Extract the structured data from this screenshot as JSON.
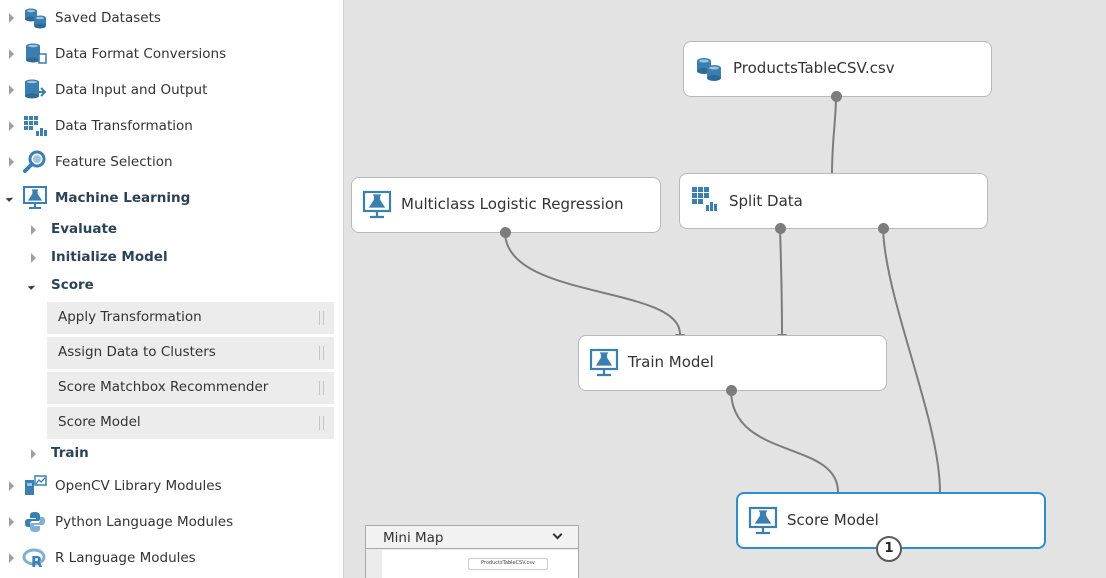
{
  "sidebar": {
    "categories_top": [
      {
        "label": "Saved Datasets",
        "icon": "database-icon"
      },
      {
        "label": "Data Format Conversions",
        "icon": "database-convert-icon"
      },
      {
        "label": "Data Input and Output",
        "icon": "database-arrow-icon"
      },
      {
        "label": "Data Transformation",
        "icon": "grid-transform-icon"
      },
      {
        "label": "Feature Selection",
        "icon": "magnifier-icon"
      },
      {
        "label": "Machine Learning",
        "icon": "flask-monitor-icon"
      }
    ],
    "ml_children": {
      "evaluate": "Evaluate",
      "initialize_model": "Initialize Model",
      "score": "Score",
      "score_modules": [
        "Apply Transformation",
        "Assign Data to Clusters",
        "Score Matchbox Recommender",
        "Score Model"
      ],
      "train": "Train"
    },
    "categories_bottom": [
      {
        "label": "OpenCV Library Modules",
        "icon": "opencv-icon"
      },
      {
        "label": "Python Language Modules",
        "icon": "python-icon"
      },
      {
        "label": "R Language Modules",
        "icon": "r-icon"
      }
    ]
  },
  "canvas": {
    "nodes": {
      "products": "ProductsTableCSV.csv",
      "split": "Split Data",
      "multiclass": "Multiclass Logistic Regression",
      "train": "Train Model",
      "score": "Score Model"
    },
    "score_badge": "1",
    "minimap": {
      "title": "Mini Map",
      "node_label": "ProductsTableCSV.csv"
    }
  },
  "colors": {
    "accent": "#2f8ec9",
    "icon_blue": "#3b7fb0",
    "wire": "#7c7c7c"
  }
}
